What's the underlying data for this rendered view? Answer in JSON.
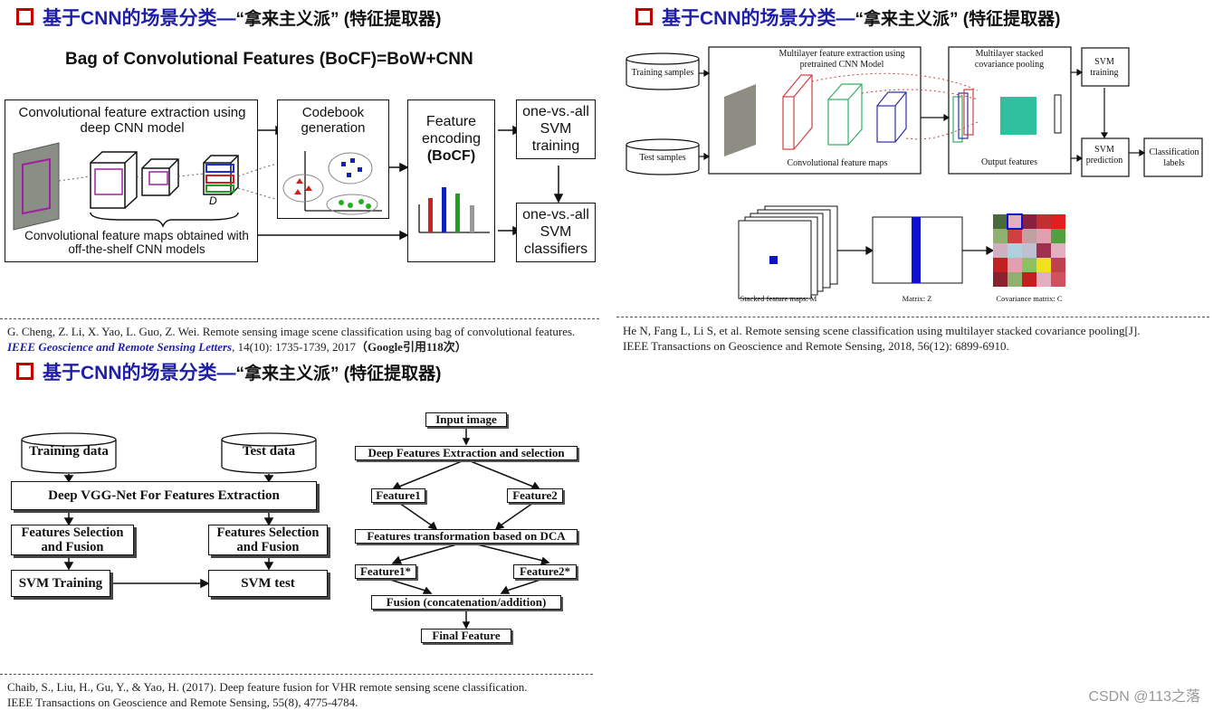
{
  "colors": {
    "title_blue": "#1f1fa8",
    "marker_red": "#c00000"
  },
  "slides": {
    "top_left": {
      "title_main": "基于CNN的场景分类—",
      "title_rest": "“拿来主义派” (特征提取器)",
      "subtitle": "Bag of Convolutional Features (BoCF)=BoW+CNN",
      "conv_box_label": "Convolutional feature extraction using deep CNN model",
      "maps_label": "Convolutional feature maps obtained with off-the-shelf CNN models",
      "d_label": "D",
      "codebook_label": "Codebook generation",
      "encoding_label_1": "Feature",
      "encoding_label_2": "encoding",
      "encoding_label_3": "(BoCF)",
      "svm_training_label": "one-vs.-all SVM training",
      "svm_classifiers_label": "one-vs.-all SVM classifiers",
      "reference": "G. Cheng, Z. Li, X. Yao, L. Guo, Z. Wei. Remote sensing image scene classification using bag of convolutional features.",
      "reference_journal": "IEEE Geoscience and Remote Sensing Letters",
      "reference_tail": ", 14(10): 1735-1739, 2017",
      "reference_cite": "（Google引用118次）"
    },
    "top_right": {
      "title_main": "基于CNN的场景分类—",
      "title_rest": "“拿来主义派” (特征提取器)",
      "training_samples": "Training samples",
      "test_samples": "Test samples",
      "multilayer_label": "Multilayer feature extraction using pretrained CNN Model",
      "conv_maps_label": "Convolutional feature maps",
      "stacked_label": "Multilayer stacked covariance pooling",
      "output_features": "Output features",
      "svm_training": "SVM training",
      "svm_prediction": "SVM prediction",
      "classification_labels": "Classification labels",
      "stacked_maps_caption": "Stacked feature maps: M",
      "matrix_caption": "Matrix: Z",
      "covariance_caption": "Covariance matrix: C",
      "reference_1": "He N, Fang L, Li S, et al. Remote sensing scene classification using multilayer stacked covariance pooling[J].",
      "reference_2": "IEEE Transactions on Geoscience and Remote Sensing, 2018, 56(12): 6899-6910."
    },
    "bottom_left": {
      "title_main": "基于CNN的场景分类—",
      "title_rest": "“拿来主义派” (特征提取器)",
      "training_data": "Training data",
      "test_data": "Test data",
      "vgg_box": "Deep VGG-Net For Features Extraction",
      "fs_left": "Features Selection and Fusion",
      "fs_right": "Features Selection and Fusion",
      "svm_training": "SVM Training",
      "svm_test": "SVM test",
      "input_image": "Input image",
      "deep_features": "Deep Features Extraction  and selection",
      "feature1": "Feature1",
      "feature2": "Feature2",
      "transformation": "Features transformation  based on DCA",
      "feature1_star": "Feature1*",
      "feature2_star": "Feature2*",
      "fusion": "Fusion (concatenation/addition)",
      "final_feature": "Final Feature",
      "reference_1": "Chaib, S., Liu, H., Gu, Y., & Yao, H. (2017). Deep feature fusion for VHR remote sensing scene classification.",
      "reference_2": "IEEE Transactions on Geoscience and Remote Sensing, 55(8), 4775-4784."
    }
  },
  "watermark": "CSDN @113之落"
}
